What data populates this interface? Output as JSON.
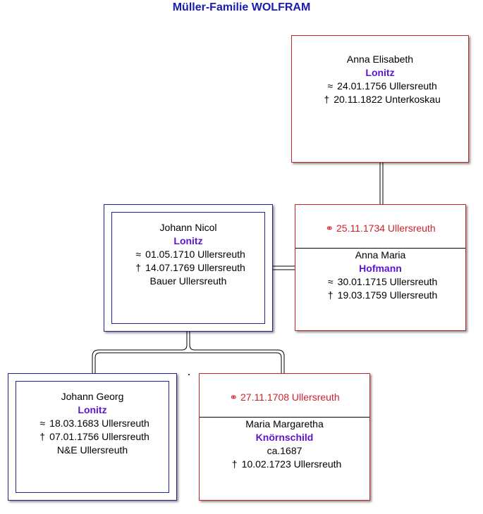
{
  "title": "Müller-Familie WOLFRAM",
  "symbols": {
    "baptism": "≈",
    "death": "†",
    "marriage": "⚭"
  },
  "persons": {
    "anna_elisabeth": {
      "given": "Anna Elisabeth",
      "surname": "Lonitz",
      "baptism": "24.01.1756 Ullersreuth",
      "death": "20.11.1822 Unterkoskau"
    },
    "johann_nicol": {
      "given": "Johann Nicol",
      "surname": "Lonitz",
      "baptism": "01.05.1710 Ullersreuth",
      "death": "14.07.1769 Ullersreuth",
      "occupation": "Bauer Ullersreuth"
    },
    "anna_maria": {
      "marriage": "25.11.1734 Ullersreuth",
      "given": "Anna Maria",
      "surname": "Hofmann",
      "baptism": "30.01.1715 Ullersreuth",
      "death": "19.03.1759 Ullersreuth"
    },
    "johann_georg": {
      "given": "Johann Georg",
      "surname": "Lonitz",
      "baptism": "18.03.1683 Ullersreuth",
      "death": "07.01.1756 Ullersreuth",
      "occupation": "N&E Ullersreuth"
    },
    "maria_margaretha": {
      "marriage": "27.11.1708 Ullersreuth",
      "given": "Maria Margaretha",
      "surname": "Knörnschild",
      "birth": "ca.1687",
      "death": "10.02.1723 Ullersreuth"
    }
  }
}
